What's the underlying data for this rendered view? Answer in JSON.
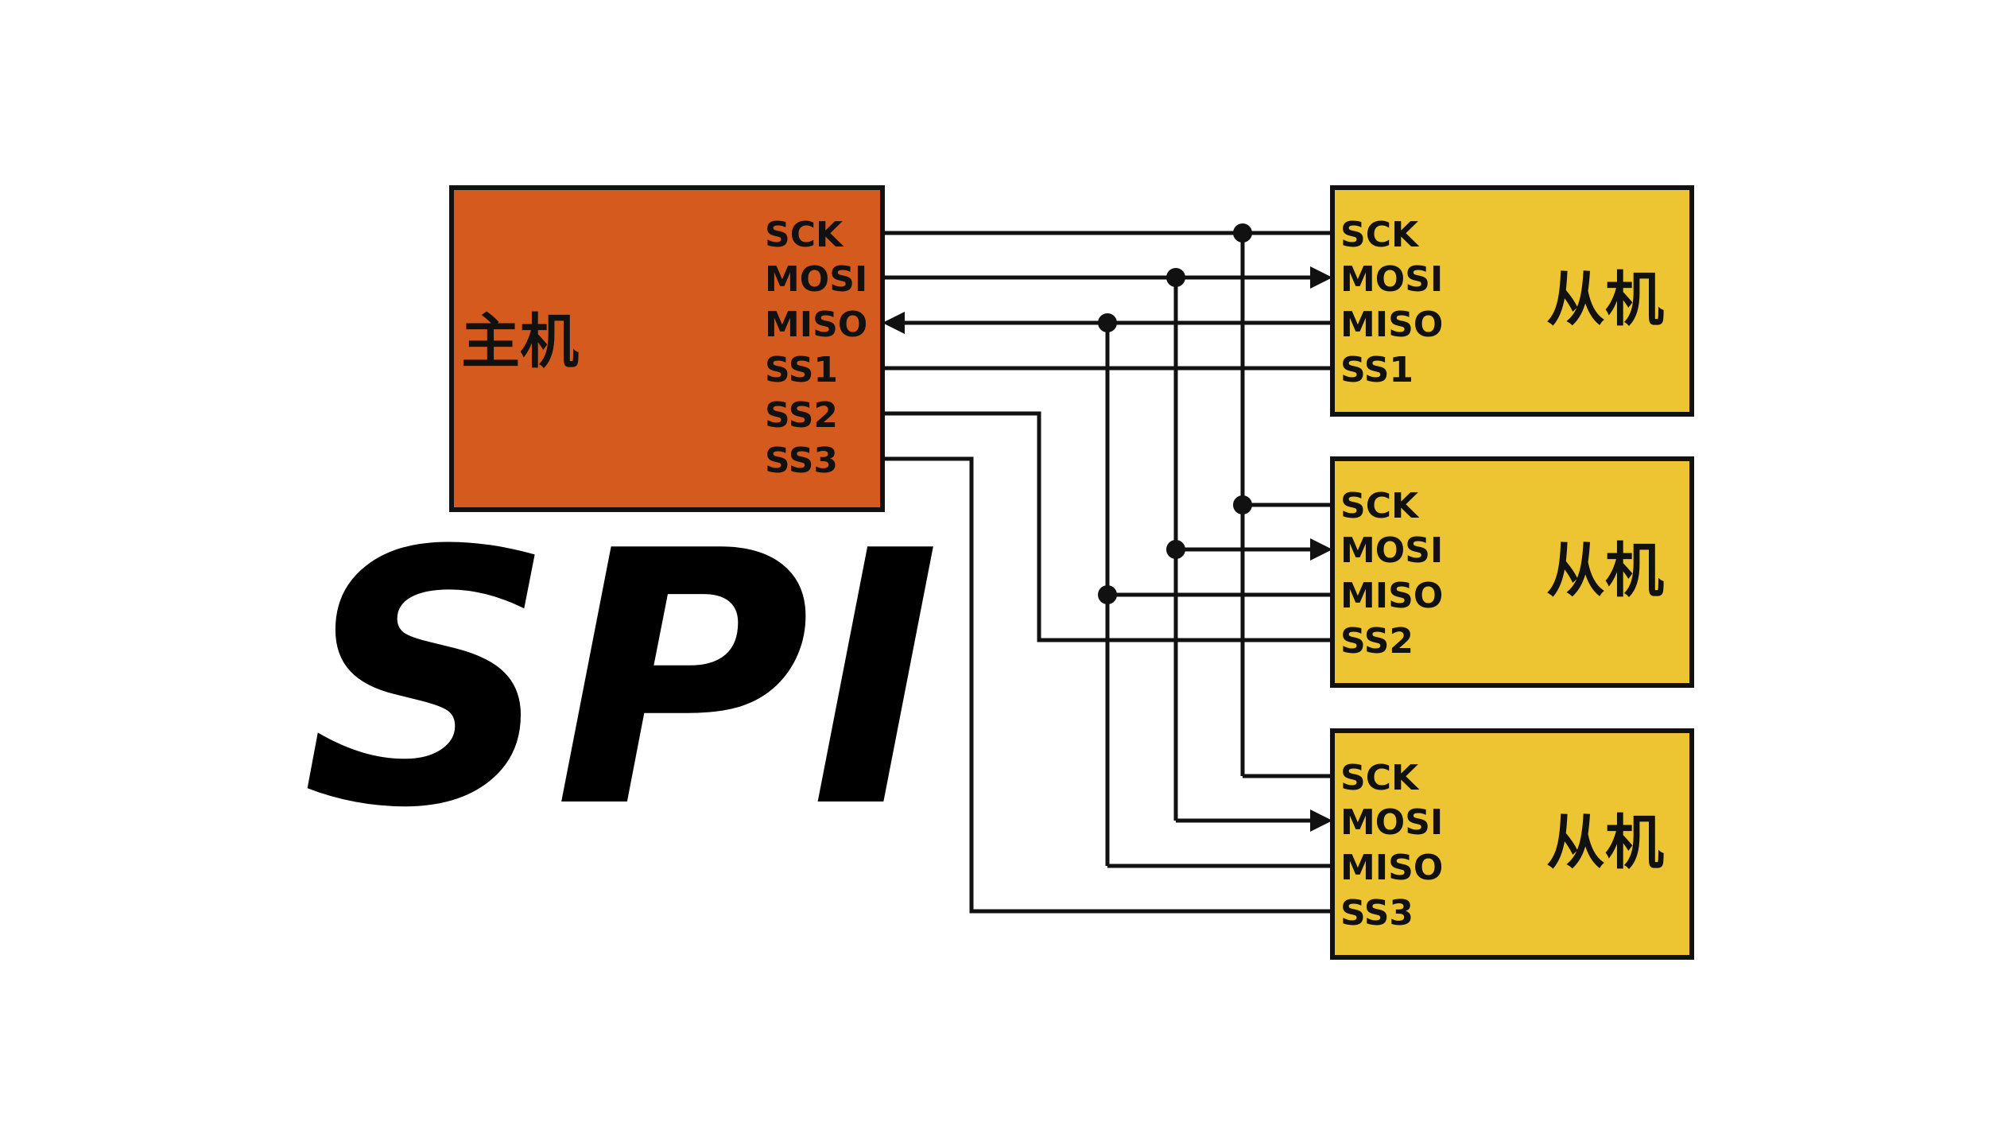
{
  "master": {
    "label": "主机",
    "color": "#D55A1E",
    "pins": [
      "SCK",
      "MOSI",
      "MISO",
      "SS1",
      "SS2",
      "SS3"
    ]
  },
  "slaves": [
    {
      "label": "从机",
      "pins": [
        "SCK",
        "MOSI",
        "MISO",
        "SS1"
      ]
    },
    {
      "label": "从机",
      "pins": [
        "SCK",
        "MOSI",
        "MISO",
        "SS2"
      ]
    },
    {
      "label": "从机",
      "pins": [
        "SCK",
        "MOSI",
        "MISO",
        "SS3"
      ]
    }
  ],
  "slave_color": "#EDC432",
  "wire_color": "#111111",
  "overlay_title": "SPI"
}
